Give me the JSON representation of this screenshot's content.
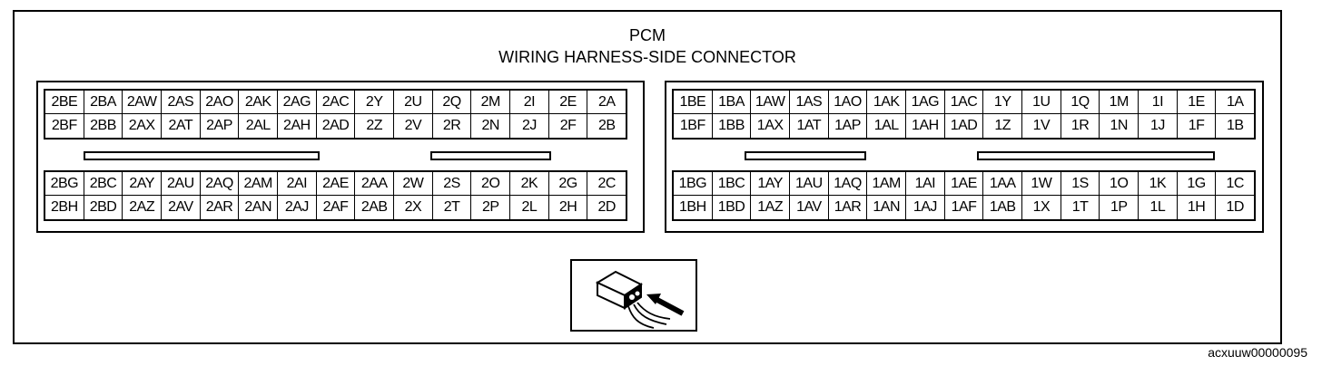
{
  "diagram": {
    "title_line1": "PCM",
    "title_line2": "WIRING HARNESS-SIDE CONNECTOR",
    "figure_code": "acxuuw00000095"
  },
  "left_connector": {
    "upper_rows": [
      [
        "2BE",
        "2BA",
        "2AW",
        "2AS",
        "2AO",
        "2AK",
        "2AG",
        "2AC",
        "2Y",
        "2U",
        "2Q",
        "2M",
        "2I",
        "2E",
        "2A"
      ],
      [
        "2BF",
        "2BB",
        "2AX",
        "2AT",
        "2AP",
        "2AL",
        "2AH",
        "2AD",
        "2Z",
        "2V",
        "2R",
        "2N",
        "2J",
        "2F",
        "2B"
      ]
    ],
    "lower_rows": [
      [
        "2BG",
        "2BC",
        "2AY",
        "2AU",
        "2AQ",
        "2AM",
        "2AI",
        "2AE",
        "2AA",
        "2W",
        "2S",
        "2O",
        "2K",
        "2G",
        "2C"
      ],
      [
        "2BH",
        "2BD",
        "2AZ",
        "2AV",
        "2AR",
        "2AN",
        "2AJ",
        "2AF",
        "2AB",
        "2X",
        "2T",
        "2P",
        "2L",
        "2H",
        "2D"
      ]
    ]
  },
  "right_connector": {
    "upper_rows": [
      [
        "1BE",
        "1BA",
        "1AW",
        "1AS",
        "1AO",
        "1AK",
        "1AG",
        "1AC",
        "1Y",
        "1U",
        "1Q",
        "1M",
        "1I",
        "1E",
        "1A"
      ],
      [
        "1BF",
        "1BB",
        "1AX",
        "1AT",
        "1AP",
        "1AL",
        "1AH",
        "1AD",
        "1Z",
        "1V",
        "1R",
        "1N",
        "1J",
        "1F",
        "1B"
      ]
    ],
    "lower_rows": [
      [
        "1BG",
        "1BC",
        "1AY",
        "1AU",
        "1AQ",
        "1AM",
        "1AI",
        "1AE",
        "1AA",
        "1W",
        "1S",
        "1O",
        "1K",
        "1G",
        "1C"
      ],
      [
        "1BH",
        "1BD",
        "1AZ",
        "1AV",
        "1AR",
        "1AN",
        "1AJ",
        "1AF",
        "1AB",
        "1X",
        "1T",
        "1P",
        "1L",
        "1H",
        "1D"
      ]
    ]
  },
  "icons": {
    "view_indicator": "connector-harness-side-view-icon"
  }
}
